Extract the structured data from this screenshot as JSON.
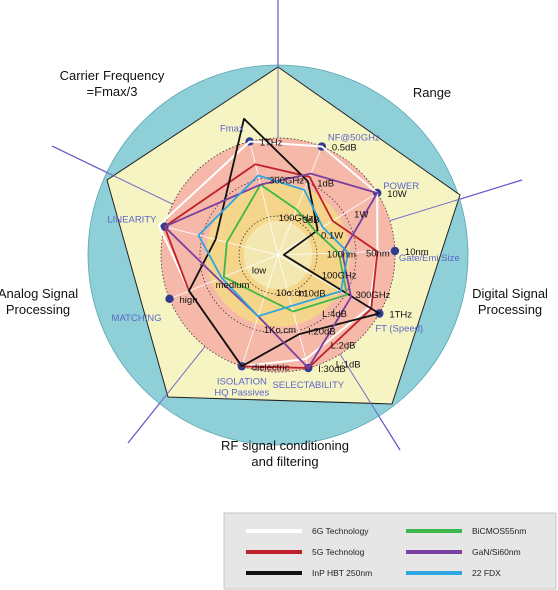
{
  "chart_data": {
    "type": "radar",
    "title": "",
    "sectors": [
      {
        "lines": [
          "Carrier Frequency",
          "=Fmax/3"
        ]
      },
      {
        "lines": [
          "Range"
        ]
      },
      {
        "lines": [
          "Digital Signal",
          "Processing"
        ]
      },
      {
        "lines": [
          "RF signal conditioning",
          "and filtering"
        ]
      },
      {
        "lines": [
          "Analog Signal",
          "Processing"
        ]
      }
    ],
    "axes": [
      {
        "name": "Fmax",
        "ticks": [
          "1THz",
          "300GHz",
          "100GHz"
        ]
      },
      {
        "name": "NF@50GHz",
        "ticks": [
          "0.5dB",
          "1dB",
          "3dB"
        ]
      },
      {
        "name": "POWER",
        "ticks": [
          "10W",
          "1W",
          "0.1W"
        ]
      },
      {
        "name": "Gate/Emi Size",
        "ticks": [
          "10nm",
          "50nm",
          "100nm"
        ]
      },
      {
        "name": "FT (Speed)",
        "ticks": [
          "1THz",
          "300GHz",
          "100GHz"
        ]
      },
      {
        "name": "SELECTABILITY",
        "ticks": [
          "I:30dB",
          "I:20dB",
          "I:10dB"
        ]
      },
      {
        "name": "ISOLATION\nHQ Passives",
        "ticks": [
          "dielectric",
          "1Ko.cm",
          "10o.cm"
        ]
      },
      {
        "name": "MATCHING",
        "ticks": [
          "high",
          "medium",
          "low"
        ]
      },
      {
        "name": "LINEARITY",
        "ticks": [
          "",
          "",
          ""
        ]
      }
    ],
    "extra_labels": [
      "L:4dB",
      "L:2dB",
      "L:1dB"
    ],
    "scale": {
      "min": 0,
      "max": 1,
      "rings": [
        0.333,
        0.667,
        1.0
      ]
    },
    "series": [
      {
        "name": "6G Technology",
        "color": "#ffffff",
        "values": [
          1.0,
          1.0,
          1.0,
          0.85,
          0.9,
          0.92,
          1.0,
          0.82,
          1.05
        ]
      },
      {
        "name": "5G Technolog",
        "color": "#c0202a",
        "values": [
          0.8,
          0.72,
          0.55,
          0.85,
          0.92,
          1.0,
          1.0,
          0.82,
          1.0
        ]
      },
      {
        "name": "InP HBT 250nm",
        "color": "#111111",
        "values": [
          1.2,
          0.68,
          0.4,
          0.05,
          1.0,
          0.7,
          1.0,
          0.82,
          0.55
        ]
      },
      {
        "name": "BiCMOS55nm",
        "color": "#3cb84a",
        "values": [
          0.62,
          0.42,
          0.38,
          0.52,
          0.68,
          0.5,
          0.38,
          0.5,
          0.45
        ]
      },
      {
        "name": "GaN/Si60nm",
        "color": "#7b3fa0",
        "values": [
          0.62,
          0.75,
          1.0,
          0.55,
          0.72,
          1.0,
          0.55,
          0.55,
          1.0
        ]
      },
      {
        "name": "22 FDX",
        "color": "#2ea6e0",
        "values": [
          0.7,
          0.6,
          0.45,
          0.6,
          0.62,
          0.45,
          0.55,
          0.52,
          0.7
        ]
      }
    ],
    "legend_placement": "bottom-right",
    "colors": {
      "outer_circle": "#8ecfd8",
      "pentagon": "#f7f4c4",
      "inner_band": "#f6b8a8",
      "middle_band": "#f5d58a",
      "core": "#f3e7b2",
      "axis_marker": "#2e3b8f",
      "sector_line": "#6a5ac8"
    }
  }
}
